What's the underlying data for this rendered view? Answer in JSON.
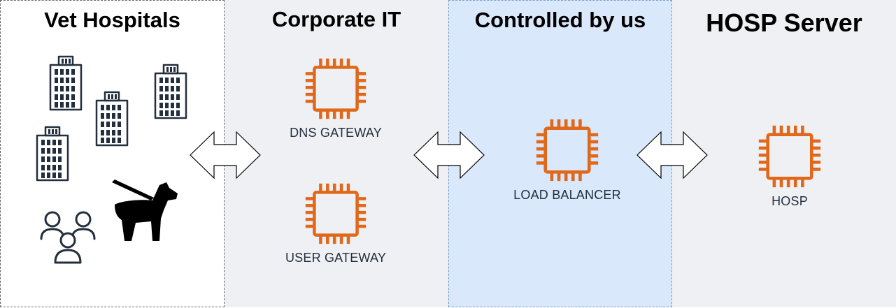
{
  "zones": {
    "vet": {
      "title": "Vet Hospitals"
    },
    "corp": {
      "title": "Corporate IT"
    },
    "ctrl": {
      "title": "Controlled by us"
    },
    "hosp": {
      "title": "HOSP Server"
    }
  },
  "nodes": {
    "dns_gateway": {
      "label": "DNS GATEWAY"
    },
    "user_gateway": {
      "label": "USER GATEWAY"
    },
    "load_balancer": {
      "label": "LOAD BALANCER"
    },
    "hosp": {
      "label": "HOSP"
    }
  },
  "icons": {
    "buildings": "office-building-icon",
    "users": "users-group-icon",
    "dog": "dog-on-leash-icon",
    "chip": "compute-instance-icon",
    "arrow": "double-headed-arrow-icon"
  },
  "colors": {
    "chip": "#e0681b",
    "controlled_zone": "#dae8fc",
    "gray_zone": "#eff0f3",
    "icon_dark": "#232f3e"
  }
}
